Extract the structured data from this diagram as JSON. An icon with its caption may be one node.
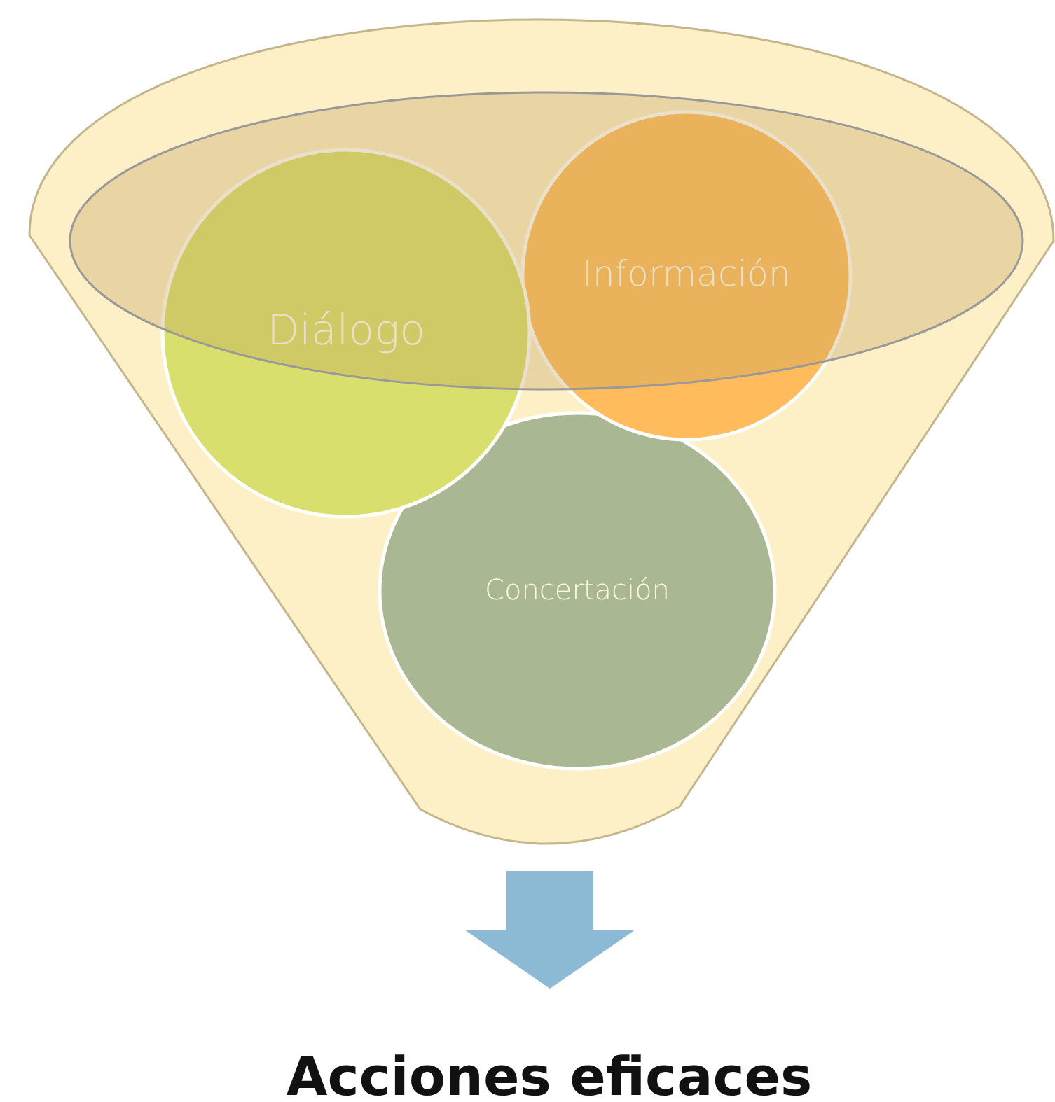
{
  "diagram": {
    "nodes": [
      {
        "text": [],
        "shape": "funnel"
      },
      {
        "text": [
          "Diálogo"
        ],
        "in": 0
      },
      {
        "text": [
          "Información"
        ],
        "in": 0
      },
      {
        "text": [
          "Concertación"
        ],
        "in": 0
      },
      {
        "text": [
          "Acciones eficaces"
        ]
      }
    ],
    "edges": [
      {
        "from": 0,
        "to": 4,
        "arrow": "to"
      }
    ]
  }
}
